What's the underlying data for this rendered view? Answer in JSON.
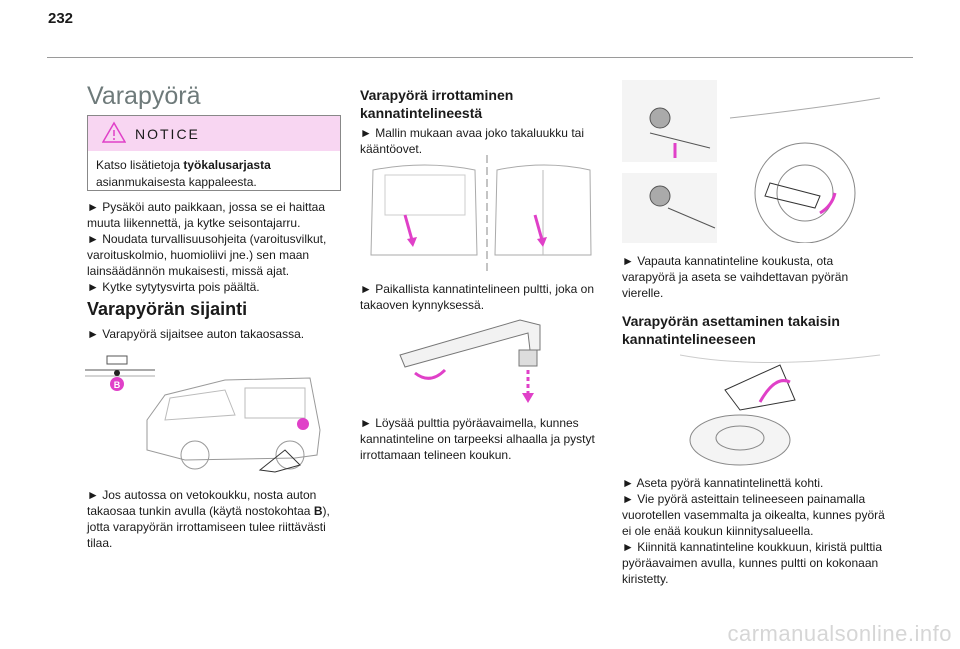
{
  "page_number": "232",
  "left": {
    "title": "Varapyörä",
    "notice": {
      "label": "NOTICE",
      "text_before": "Katso lisätietoja ",
      "text_bold": "työkalusarjasta",
      "text_after": " asianmukaisesta kappaleesta."
    },
    "bullets": [
      "► Pysäköi auto paikkaan, jossa se ei haittaa muuta liikennettä, ja kytke seisontajarru.",
      "► Noudata turvallisuusohjeita (varoitusvilkut, varoituskolmio, huomioliivi jne.) sen maan lainsäädännön mukaisesti, missä ajat.",
      "► Kytke sytytysvirta pois päältä."
    ],
    "heading": "Varapyörän sijainti",
    "location_text": "► Varapyörä sijaitsee auton takaosassa.",
    "marker": "B",
    "jack_before": "► Jos autossa on vetokoukku, nosta auton takaosaa tunkin avulla (käytä nostokohtaa ",
    "jack_bold": "B",
    "jack_after": "), jotta varapyörän irrottamiseen tulee riittävästi tilaa."
  },
  "middle": {
    "heading": "Varapyörä irrottaminen kannatintelineestä",
    "step1": "► Mallin mukaan avaa joko takaluukku tai kääntöovet.",
    "step2": "► Paikallista kannatintelineen pultti, joka on takaoven kynnyksessä.",
    "step3": "► Löysää pulttia pyöräavaimella, kunnes kannatinteline on tarpeeksi alhaalla ja pystyt irrottamaan telineen koukun."
  },
  "right": {
    "step1": "► Vapauta kannatinteline koukusta, ota varapyörä ja aseta se vaihdettavan pyörän vierelle.",
    "heading": "Varapyörän asettaminen takaisin kannatintelineeseen",
    "steps": [
      "► Aseta pyörä kannatintelinettä kohti.",
      "► Vie pyörä asteittain telineeseen painamalla vuorotellen vasemmalta ja oikealta, kunnes pyörä ei ole enää koukun kiinnitysalueella.",
      "► Kiinnitä kannatinteline koukkuun, kiristä pulttia pyöräavaimen avulla, kunnes pultti on kokonaan kiristetty."
    ]
  },
  "watermark": "carmanualsonline.info",
  "colors": {
    "accent": "#e040c8",
    "notice_bg": "#f8d6f2",
    "heading_gray": "#6e7a7a"
  }
}
